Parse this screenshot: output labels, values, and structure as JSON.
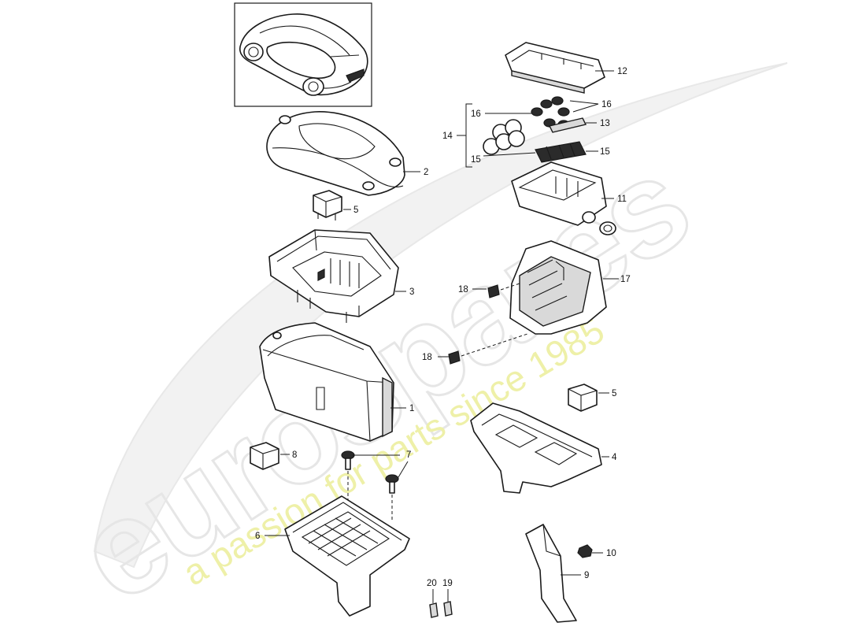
{
  "watermark": {
    "brand": "eurospares",
    "tagline": "a passion for parts since 1985",
    "brand_color": "#e6e6e6",
    "tagline_color": "#eef0a8"
  },
  "callouts": [
    {
      "id": "c1",
      "label": "1"
    },
    {
      "id": "c2",
      "label": "2"
    },
    {
      "id": "c3",
      "label": "3"
    },
    {
      "id": "c4",
      "label": "4"
    },
    {
      "id": "c5a",
      "label": "5"
    },
    {
      "id": "c5b",
      "label": "5"
    },
    {
      "id": "c6",
      "label": "6"
    },
    {
      "id": "c7",
      "label": "7"
    },
    {
      "id": "c8",
      "label": "8"
    },
    {
      "id": "c9",
      "label": "9"
    },
    {
      "id": "c10",
      "label": "10"
    },
    {
      "id": "c11",
      "label": "11"
    },
    {
      "id": "c12",
      "label": "12"
    },
    {
      "id": "c13",
      "label": "13"
    },
    {
      "id": "c14",
      "label": "14"
    },
    {
      "id": "c15a",
      "label": "15"
    },
    {
      "id": "c15b",
      "label": "15"
    },
    {
      "id": "c16a",
      "label": "16"
    },
    {
      "id": "c16b",
      "label": "16"
    },
    {
      "id": "c17",
      "label": "17"
    },
    {
      "id": "c18a",
      "label": "18"
    },
    {
      "id": "c18b",
      "label": "18"
    },
    {
      "id": "c19",
      "label": "19"
    },
    {
      "id": "c20",
      "label": "20"
    }
  ]
}
